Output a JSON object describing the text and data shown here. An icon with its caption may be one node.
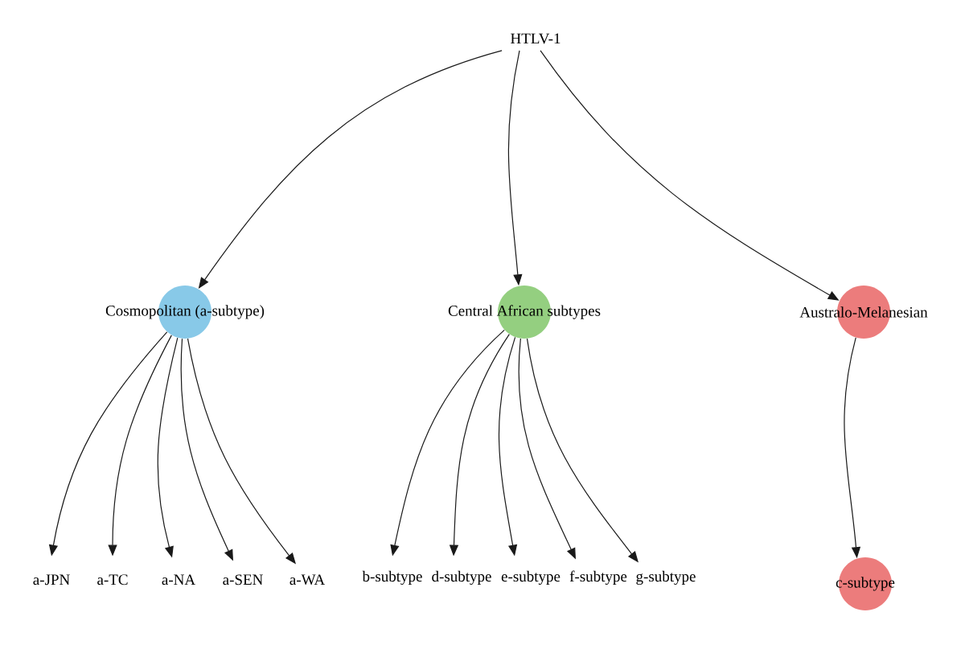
{
  "diagram": {
    "nodes": [
      {
        "text": [
          "HTLV-1"
        ]
      },
      {
        "text": [
          "Cosmopolitan (a-subtype)"
        ]
      },
      {
        "text": [
          "Central African subtypes"
        ]
      },
      {
        "text": [
          "Australo-Melanesian"
        ]
      },
      {
        "text": [
          "a-JPN"
        ]
      },
      {
        "text": [
          "a-TC"
        ]
      },
      {
        "text": [
          "a-NA"
        ]
      },
      {
        "text": [
          "a-SEN"
        ]
      },
      {
        "text": [
          "a-WA"
        ]
      },
      {
        "text": [
          "b-subtype"
        ]
      },
      {
        "text": [
          "d-subtype"
        ]
      },
      {
        "text": [
          "e-subtype"
        ]
      },
      {
        "text": [
          "f-subtype"
        ]
      },
      {
        "text": [
          "g-subtype"
        ]
      },
      {
        "text": [
          "c-subtype"
        ]
      }
    ],
    "edges": [
      {
        "from": 0,
        "to": 1,
        "arrow": "to"
      },
      {
        "from": 0,
        "to": 2,
        "arrow": "to"
      },
      {
        "from": 0,
        "to": 3,
        "arrow": "to"
      },
      {
        "from": 1,
        "to": 4,
        "arrow": "to"
      },
      {
        "from": 1,
        "to": 5,
        "arrow": "to"
      },
      {
        "from": 1,
        "to": 6,
        "arrow": "to"
      },
      {
        "from": 1,
        "to": 7,
        "arrow": "to"
      },
      {
        "from": 1,
        "to": 8,
        "arrow": "to"
      },
      {
        "from": 2,
        "to": 9,
        "arrow": "to"
      },
      {
        "from": 2,
        "to": 10,
        "arrow": "to"
      },
      {
        "from": 2,
        "to": 11,
        "arrow": "to"
      },
      {
        "from": 2,
        "to": 12,
        "arrow": "to"
      },
      {
        "from": 2,
        "to": 13,
        "arrow": "to"
      },
      {
        "from": 3,
        "to": 14,
        "arrow": "to"
      }
    ]
  }
}
